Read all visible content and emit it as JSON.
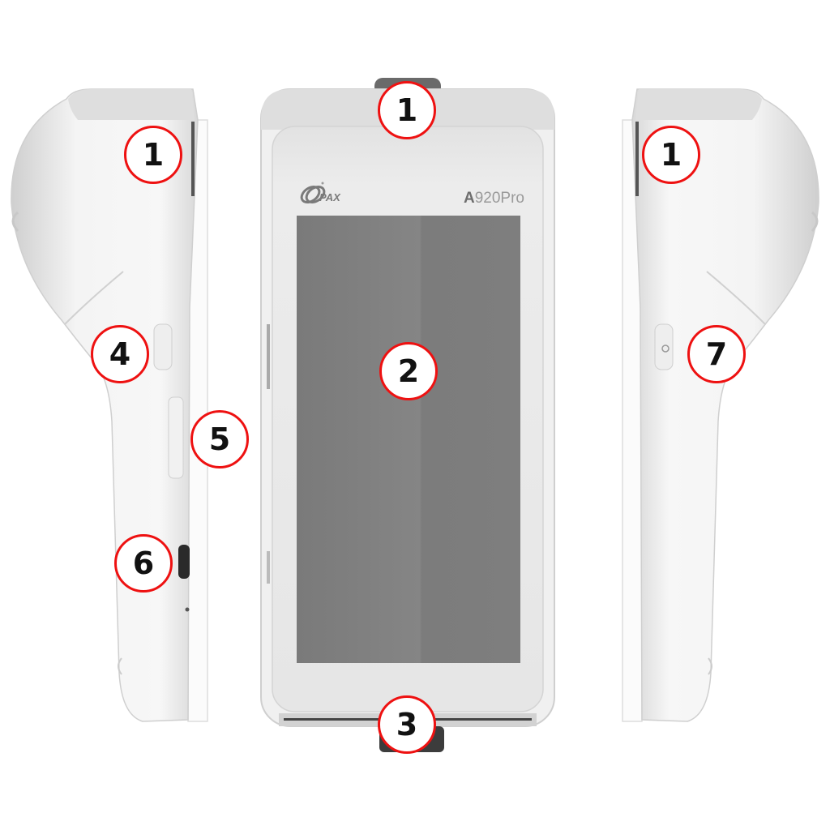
{
  "device": {
    "brand": "PAX",
    "model_prefix": "A",
    "model_suffix": "920Pro"
  },
  "callouts": {
    "top": "1",
    "left_top": "1",
    "right_top": "1",
    "screen": "2",
    "bottom": "3",
    "left_button": "4",
    "left_side": "5",
    "left_port": "6",
    "right_button": "7"
  },
  "colors": {
    "callout_border": "#ee1111",
    "screen": "#7e7e7e",
    "body": "#f2f2f2"
  }
}
